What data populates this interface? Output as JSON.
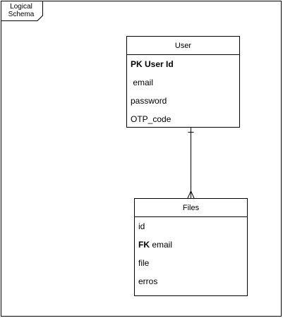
{
  "frame": {
    "label": "Logical\nSchema"
  },
  "entities": {
    "user": {
      "name": "User",
      "attributes": [
        {
          "key": "PK",
          "name": " User Id",
          "bold": true
        },
        {
          "key": "",
          "name": " email",
          "bold": false
        },
        {
          "key": "",
          "name": "password",
          "bold": false
        },
        {
          "key": "",
          "name": "OTP_code",
          "bold": false
        }
      ]
    },
    "files": {
      "name": "Files",
      "attributes": [
        {
          "key": "",
          "name": "id",
          "bold": false
        },
        {
          "key": "FK",
          "name": " email",
          "bold": false
        },
        {
          "key": "",
          "name": "file",
          "bold": false
        },
        {
          "key": "",
          "name": "erros",
          "bold": false
        }
      ]
    }
  },
  "relationship": {
    "from": "User",
    "to": "Files",
    "from_cardinality": "one",
    "to_cardinality": "many"
  }
}
